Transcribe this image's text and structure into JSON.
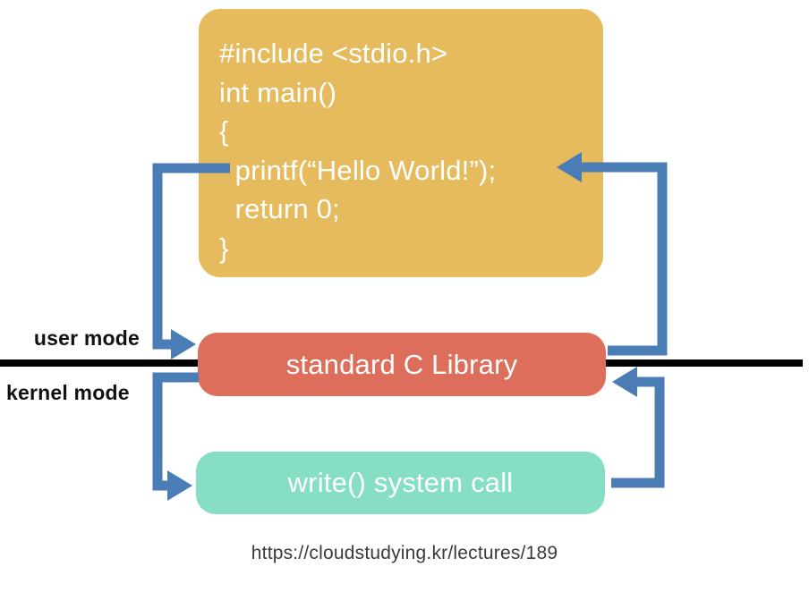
{
  "colors": {
    "code-box-bg": "#e5bb5d",
    "stdlib-box-bg": "#dc6e5b",
    "syscall-box-bg": "#86dfc4",
    "arrow": "#4a7db6",
    "divider": "#000000",
    "mode-label": "#111111",
    "box-text": "#ffffff",
    "caption-text": "#3a3a3a",
    "background": "#ffffff"
  },
  "diagram": {
    "code_box": {
      "lines": [
        "#include <stdio.h>",
        "int main()",
        "{",
        "  printf(“Hello World!”);",
        "  return 0;",
        "}"
      ]
    },
    "stdlib_box": {
      "label": "standard C Library"
    },
    "syscall_box": {
      "label": "write() system call"
    },
    "modes": {
      "user": "user mode",
      "kernel": "kernel mode"
    },
    "caption": "https://cloudstudying.kr/lectures/189"
  }
}
